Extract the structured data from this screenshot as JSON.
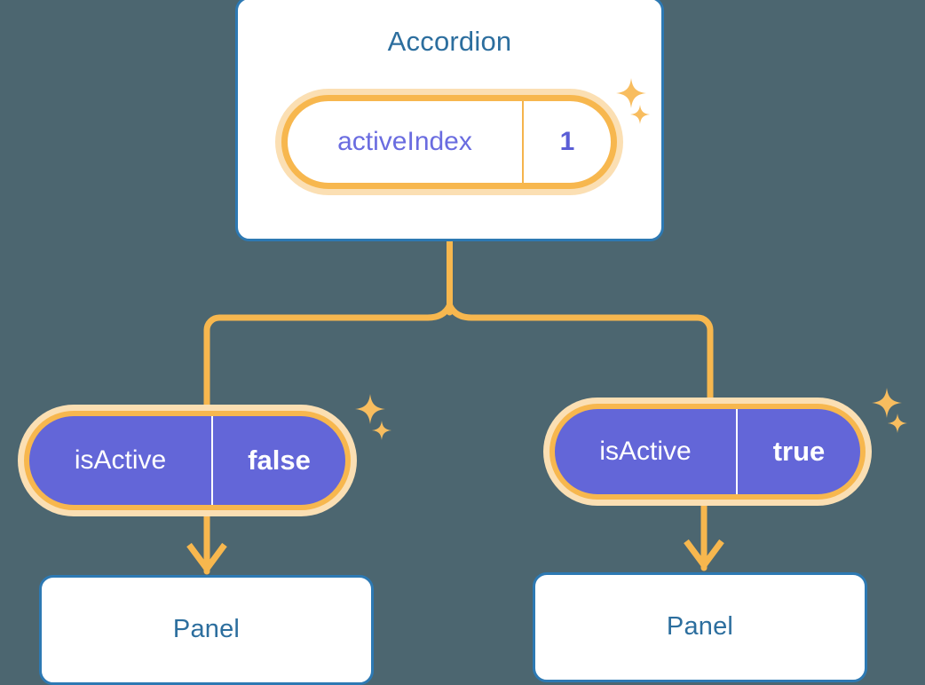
{
  "background_color": "#4c6670",
  "colors": {
    "card_border": "#2d79b3",
    "card_background": "#ffffff",
    "title_text": "#2c6e9e",
    "pill_ring": "#f7b74e",
    "pill_halo": "#fbdfb3",
    "pill_solid_fill": "#6366d8",
    "pill_light_key_text": "#6a6ce0",
    "pill_light_value_text": "#5a5ed6",
    "pill_solid_text": "#ffffff",
    "connector": "#f7b74e"
  },
  "diagram": {
    "type": "component-tree",
    "root": {
      "title": "Accordion",
      "state": {
        "key": "activeIndex",
        "value": "1"
      },
      "sparkles": [
        {
          "name": "sparkle-large-icon",
          "size": 34
        },
        {
          "name": "sparkle-small-icon",
          "size": 22
        }
      ]
    },
    "children": [
      {
        "prop": {
          "key": "isActive",
          "value": "false"
        },
        "panel": {
          "title": "Panel"
        },
        "sparkles": [
          {
            "name": "sparkle-large-icon",
            "size": 34
          },
          {
            "name": "sparkle-small-icon",
            "size": 22
          }
        ]
      },
      {
        "prop": {
          "key": "isActive",
          "value": "true"
        },
        "panel": {
          "title": "Panel"
        },
        "sparkles": [
          {
            "name": "sparkle-large-icon",
            "size": 34
          },
          {
            "name": "sparkle-small-icon",
            "size": 22
          }
        ]
      }
    ]
  }
}
